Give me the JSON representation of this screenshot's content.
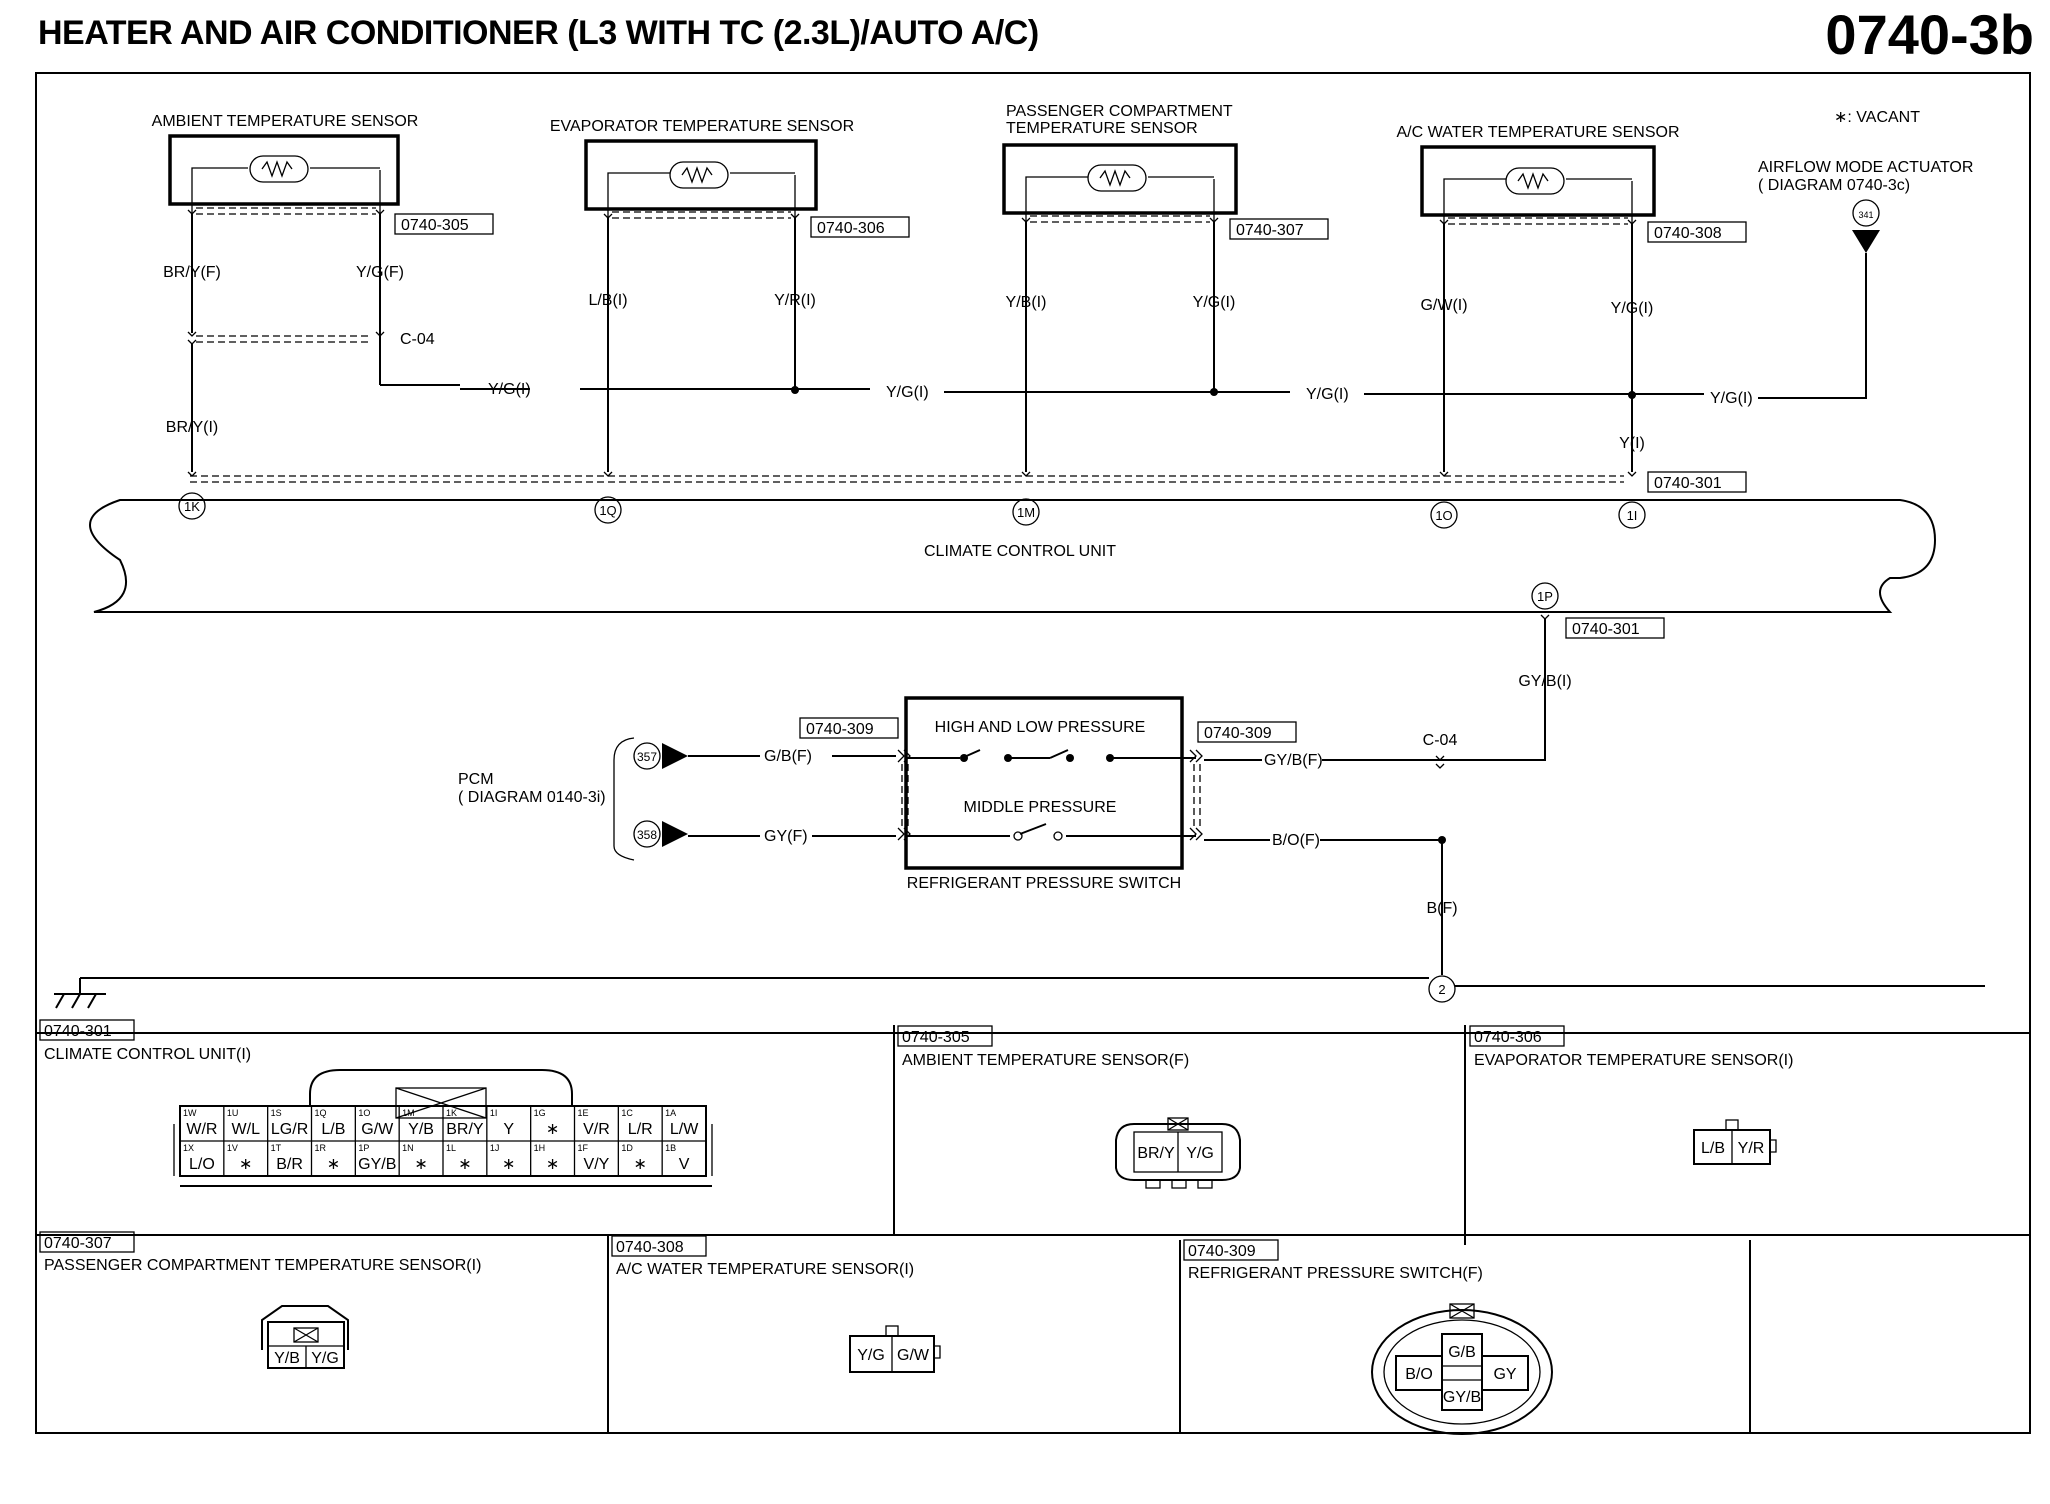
{
  "header": {
    "title": "HEATER AND AIR CONDITIONER (L3 WITH TC (2.3L)/AUTO A/C)",
    "page": "0740-3b"
  },
  "note": "∗: VACANT",
  "sensors": {
    "ambient": {
      "name": "AMBIENT TEMPERATURE SENSOR",
      "ref": "0740-305",
      "wire1": "BR/Y(F)",
      "wire2": "Y/G(F)",
      "wire1b": "BR/Y(I)",
      "connector": "C-04"
    },
    "evaporator": {
      "name": "EVAPORATOR TEMPERATURE SENSOR",
      "ref": "0740-306",
      "wire1": "L/B(I)",
      "wire2": "Y/R(I)"
    },
    "passenger": {
      "name1": "PASSENGER COMPARTMENT",
      "name2": "TEMPERATURE SENSOR",
      "ref": "0740-307",
      "wire1": "Y/B(I)",
      "wire2": "Y/G(I)"
    },
    "water": {
      "name": "A/C WATER TEMPERATURE SENSOR",
      "ref": "0740-308",
      "wire1": "G/W(I)",
      "wire2": "Y/G(I)",
      "wire3": "Y(I)"
    }
  },
  "actuator": {
    "name": "AIRFLOW MODE ACTUATOR",
    "diagram": "( DIAGRAM 0740-3c)",
    "terminal": "341"
  },
  "bus": {
    "l1": "Y/G(I)",
    "l2": "Y/G(I)",
    "l3": "Y/G(I)",
    "l4": "Y/G(I)"
  },
  "ccu": {
    "name": "CLIMATE CONTROL UNIT",
    "ref": "0740-301",
    "ref2": "0740-301",
    "terminals": [
      "1K",
      "1Q",
      "1M",
      "1O",
      "1I",
      "1P"
    ],
    "out_wire": "GY/B(I)"
  },
  "switch": {
    "name": "REFRIGERANT PRESSURE SWITCH",
    "high_low": "HIGH AND LOW PRESSURE",
    "middle": "MIDDLE PRESSURE",
    "ref_left": "0740-309",
    "ref_right": "0740-309",
    "out1": "GY/B(F)",
    "out2": "B/O(F)",
    "in1": "G/B(F)",
    "in2": "GY(F)",
    "connector": "C-04",
    "ground_wire": "B(F)",
    "ground_terminal": "2"
  },
  "pcm": {
    "name": "PCM",
    "diagram": "( DIAGRAM 0140-3i)",
    "t1": "357",
    "t2": "358"
  },
  "connectors": {
    "ccu": {
      "ref": "0740-301",
      "title": "CLIMATE CONTROL UNIT(I)",
      "top": [
        [
          "1W",
          "W/R"
        ],
        [
          "1U",
          "W/L"
        ],
        [
          "1S",
          "LG/R"
        ],
        [
          "1Q",
          "L/B"
        ],
        [
          "1O",
          "G/W"
        ],
        [
          "1M",
          "Y/B"
        ],
        [
          "1K",
          "BR/Y"
        ],
        [
          "1I",
          "Y"
        ],
        [
          "1G",
          "∗"
        ],
        [
          "1E",
          "V/R"
        ],
        [
          "1C",
          "L/R"
        ],
        [
          "1A",
          "L/W"
        ]
      ],
      "bottom": [
        [
          "1X",
          "L/O"
        ],
        [
          "1V",
          "∗"
        ],
        [
          "1T",
          "B/R"
        ],
        [
          "1R",
          "∗"
        ],
        [
          "1P",
          "GY/B"
        ],
        [
          "1N",
          "∗"
        ],
        [
          "1L",
          "∗"
        ],
        [
          "1J",
          "∗"
        ],
        [
          "1H",
          "∗"
        ],
        [
          "1F",
          "V/Y"
        ],
        [
          "1D",
          "∗"
        ],
        [
          "1B",
          "V"
        ]
      ]
    },
    "ambient": {
      "ref": "0740-305",
      "title": "AMBIENT TEMPERATURE SENSOR(F)",
      "pins": [
        "BR/Y",
        "Y/G"
      ]
    },
    "evaporator": {
      "ref": "0740-306",
      "title": "EVAPORATOR TEMPERATURE SENSOR(I)",
      "pins": [
        "L/B",
        "Y/R"
      ]
    },
    "passenger": {
      "ref": "0740-307",
      "title": "PASSENGER COMPARTMENT TEMPERATURE SENSOR(I)",
      "pins": [
        "Y/B",
        "Y/G"
      ]
    },
    "water": {
      "ref": "0740-308",
      "title": "A/C WATER TEMPERATURE SENSOR(I)",
      "pins": [
        "Y/G",
        "G/W"
      ]
    },
    "switch": {
      "ref": "0740-309",
      "title": "REFRIGERANT PRESSURE SWITCH(F)",
      "pins": [
        "G/B",
        "B/O",
        "GY",
        "GY/B"
      ]
    }
  }
}
